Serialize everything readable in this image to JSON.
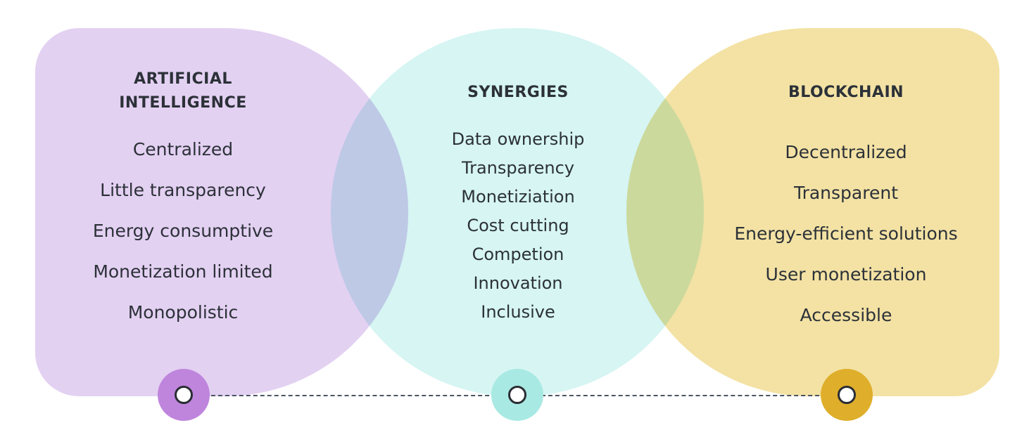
{
  "columns": {
    "ai": {
      "title_line1": "ARTIFICIAL",
      "title_line2": "INTELLIGENCE",
      "items": [
        "Centralized",
        "Little transparency",
        "Energy consumptive",
        "Monetization limited",
        "Monopolistic"
      ],
      "color": "#e3d1f2",
      "node_color": "#bf85dd"
    },
    "synergies": {
      "title": "SYNERGIES",
      "items": [
        "Data ownership",
        "Transparency",
        "Monetiziation",
        "Cost cutting",
        "Competion",
        "Innovation",
        "Inclusive"
      ],
      "color": "#d6f5f3",
      "node_color": "#a8e9e3"
    },
    "blockchain": {
      "title": "BLOCKCHAIN",
      "items": [
        "Decentralized",
        "Transparent",
        "Energy-efficient solutions",
        "User monetization",
        "Accessible"
      ],
      "color": "#f3e2a4",
      "node_color": "#dfae2a"
    }
  },
  "connector_style": "dashed"
}
